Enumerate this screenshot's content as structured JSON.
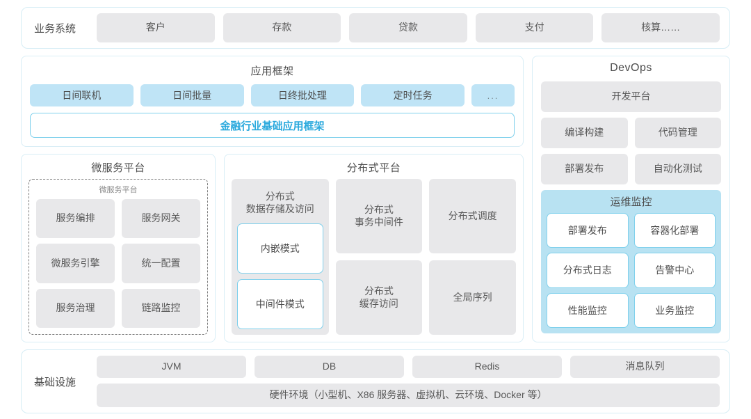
{
  "business_systems": {
    "label": "业务系统",
    "items": [
      "客户",
      "存款",
      "贷款",
      "支付",
      "核算……"
    ]
  },
  "app_framework": {
    "title": "应用框架",
    "tags": [
      "日间联机",
      "日间批量",
      "日终批处理",
      "定时任务"
    ],
    "more_tag": "...",
    "banner": "金融行业基础应用框架"
  },
  "microservice_platform": {
    "title": "微服务平台",
    "inner_title": "微服务平台",
    "items": [
      "服务编排",
      "服务网关",
      "微服务引擎",
      "统一配置",
      "服务治理",
      "链路监控"
    ]
  },
  "distributed_platform": {
    "title": "分布式平台",
    "storage": {
      "title": "分布式\n数据存储及访问",
      "title_line1": "分布式",
      "title_line2": "数据存储及访问",
      "modes": [
        "内嵌模式",
        "中间件模式"
      ]
    },
    "cells": [
      {
        "line1": "分布式",
        "line2": "事务中间件"
      },
      {
        "line1": "分布式调度",
        "line2": ""
      },
      {
        "line1": "分布式",
        "line2": "缓存访问"
      },
      {
        "line1": "全局序列",
        "line2": ""
      }
    ]
  },
  "devops": {
    "title": "DevOps",
    "platform": "开发平台",
    "pairs": [
      [
        "编译构建",
        "代码管理"
      ],
      [
        "部署发布",
        "自动化测试"
      ]
    ],
    "ops_monitor": {
      "title": "运维监控",
      "items": [
        "部署发布",
        "容器化部署",
        "分布式日志",
        "告警中心",
        "性能监控",
        "业务监控"
      ]
    }
  },
  "infrastructure": {
    "label": "基础设施",
    "items": [
      "JVM",
      "DB",
      "Redis",
      "消息队列"
    ],
    "hardware": "硬件环境（小型机、X86 服务器、虚拟机、云环境、Docker 等）"
  },
  "colors": {
    "accent": "#2aa9dd",
    "accent_border": "#7fd0ec",
    "tag_blue": "#bfe4f6",
    "panel_blue": "#b8e2f2",
    "gray": "#e8e8ea",
    "card_border": "#d6edf5"
  }
}
